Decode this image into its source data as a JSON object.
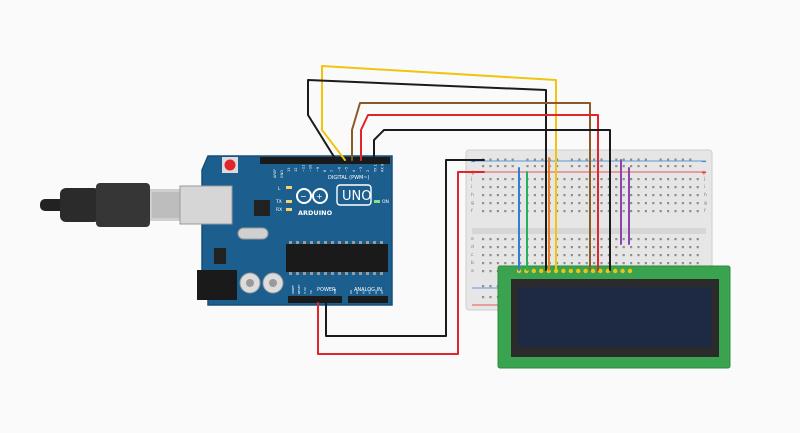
{
  "arduino": {
    "brand": "ARDUINO",
    "model": "UNO",
    "digital_label": "DIGITAL (PWM~)",
    "analog_label": "ANALOG IN",
    "power_label": "POWER",
    "aref_label": "AREF",
    "gnd_label": "GND",
    "on_label": "ON",
    "led_l": "L",
    "led_tx": "TX",
    "led_rx": "RX",
    "ioref_label": "IOREF",
    "reset_label": "RESET",
    "v33_label": "3.3V",
    "v5_label": "5V",
    "vin_label": "VIN",
    "digital_pins": [
      "13",
      "12",
      "~11",
      "~10",
      "~9",
      "8",
      "7",
      "~6",
      "~5",
      "4",
      "~3",
      "2",
      "TX 1",
      "RX 0"
    ],
    "analog_pins": [
      "A0",
      "A1",
      "A2",
      "A3",
      "A4",
      "A5"
    ]
  },
  "breadboard": {
    "rows_top": [
      "j",
      "i",
      "h",
      "g",
      "f"
    ],
    "rows_bottom": [
      "e",
      "d",
      "c",
      "b",
      "a"
    ],
    "plus": "+",
    "minus": "−"
  },
  "colors": {
    "board": "#1c5e8e",
    "board_edge": "#164f78",
    "breadboard": "#e6e6e6",
    "lcd_pcb": "#3aa34f",
    "lcd_screen": "#1e2a44",
    "wire_yellow": "#f1c40f",
    "wire_brown": "#8b5a2b",
    "wire_red": "#e0262a",
    "wire_black": "#1b1b1b",
    "wire_blue": "#2f80d1",
    "wire_green": "#27ae60",
    "wire_orange": "#e67e22",
    "wire_purple": "#8e44ad"
  }
}
